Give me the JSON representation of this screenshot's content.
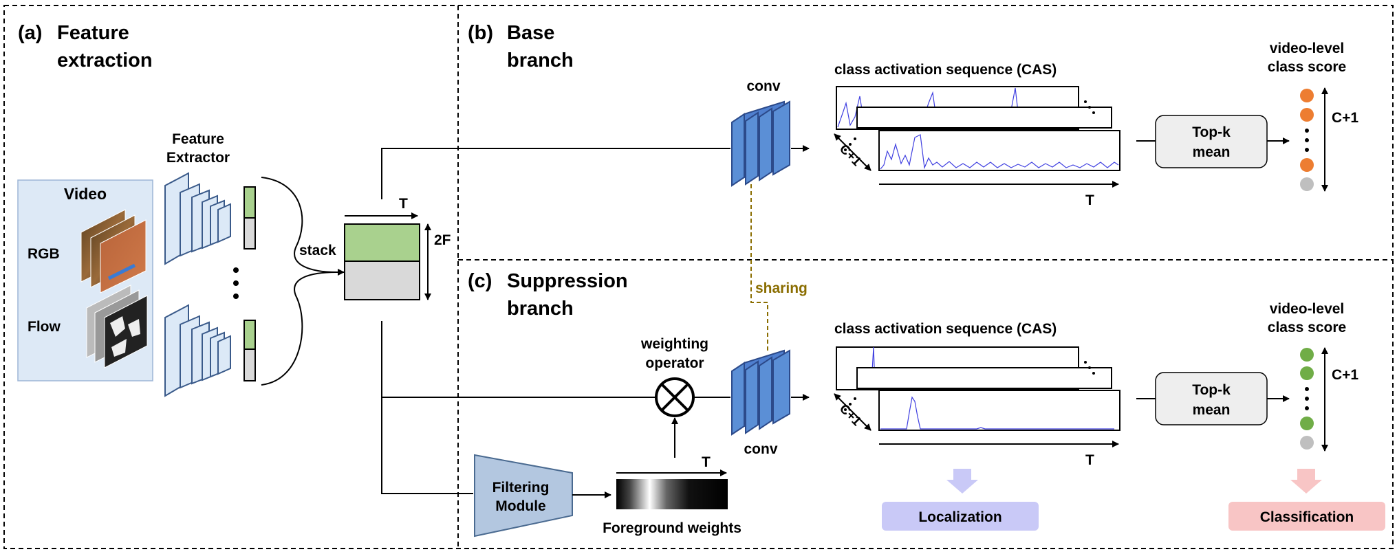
{
  "panels": {
    "a": {
      "tag": "(a)",
      "title_line1": "Feature",
      "title_line2": "extraction"
    },
    "b": {
      "tag": "(b)",
      "title_line1": "Base",
      "title_line2": "branch"
    },
    "c": {
      "tag": "(c)",
      "title_line1": "Suppression",
      "title_line2": "branch"
    }
  },
  "video": {
    "title": "Video",
    "rgb_label": "RGB",
    "flow_label": "Flow"
  },
  "feature_extractor": {
    "line1": "Feature",
    "line2": "Extractor"
  },
  "stack_label": "stack",
  "feature_matrix": {
    "t_label": "T",
    "height_label": "2F"
  },
  "conv_label": "conv",
  "sharing_label": "sharing",
  "weighting": {
    "line1": "weighting",
    "line2": "operator"
  },
  "filtering": {
    "line1": "Filtering",
    "line2": "Module"
  },
  "foreground": {
    "label": "Foreground weights",
    "t_label": "T"
  },
  "cas": {
    "title": "class activation sequence (CAS)",
    "c_label": "C+1",
    "t_label": "T"
  },
  "topk": {
    "line1": "Top-k",
    "line2": "mean"
  },
  "score": {
    "line1": "video-level",
    "line2": "class score",
    "c_label": "C+1"
  },
  "outputs": {
    "localization": "Localization",
    "classification": "Classification"
  },
  "colors": {
    "video_bg": "#dde9f6",
    "green": "#a9d18e",
    "gray": "#d9d9d9",
    "conv_blue": "#5b8fd6",
    "orange": "#ed7d31",
    "dot_green": "#70ad47",
    "sharing": "#8a6d00",
    "localization_bg": "#c9c9f7",
    "classification_bg": "#f8c5c5",
    "filter_fill": "#b3c7e0"
  }
}
